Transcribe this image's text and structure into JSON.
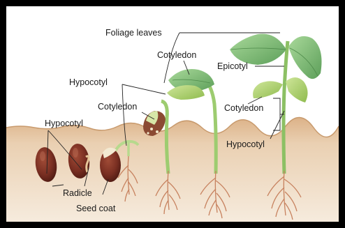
{
  "figure": {
    "labels": {
      "foliage_leaves": "Foliage leaves",
      "cotyledon_top": "Cotyledon",
      "hypocotyl_mid": "Hypocotyl",
      "cotyledon_mid": "Cotyledon",
      "epicotyl": "Epicotyl",
      "cotyledon_right": "Cotyledon",
      "hypocotyl_left": "Hypocotyl",
      "hypocotyl_right": "Hypocotyl",
      "radicle": "Radicle",
      "seed_coat": "Seed coat"
    },
    "colors": {
      "soil_top": "#e2bf96",
      "soil_bottom": "#f3e4d2",
      "seed": "#7a2f22",
      "stem": "#8cc064",
      "leaf": "#7fbf7a",
      "root": "#c7825f"
    }
  }
}
